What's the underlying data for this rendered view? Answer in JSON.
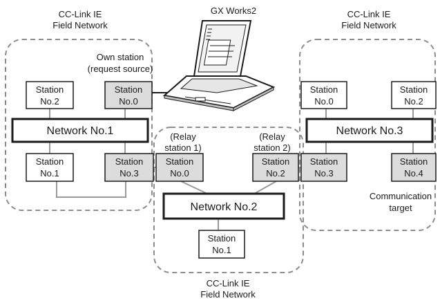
{
  "app_title": "GX Works2",
  "zone_label": {
    "line1": "CC-Link IE",
    "line2": "Field Network"
  },
  "networks": {
    "net1": "Network No.1",
    "net2": "Network No.2",
    "net3": "Network No.3"
  },
  "station_word": "Station",
  "stations": {
    "n1_s2": "No.2",
    "n1_s0": "No.0",
    "n1_s1": "No.1",
    "n1_s3": "No.3",
    "n2_s0": "No.0",
    "n2_s2": "No.2",
    "n2_s1": "No.1",
    "n3_s0": "No.0",
    "n3_s2": "No.2",
    "n3_s3": "No.3",
    "n3_s4": "No.4"
  },
  "annotations": {
    "own_station_1": "Own station",
    "own_station_2": "(request source)",
    "relay1_1": "(Relay",
    "relay1_2": "station 1)",
    "relay2_1": "(Relay",
    "relay2_2": "station 2)",
    "comm_target_1": "Communication",
    "comm_target_2": "target"
  },
  "colors": {
    "highlight_station": "#dcdcdc",
    "zone_border": "#8c8c8c"
  },
  "icons": {
    "computer": "laptop-icon"
  }
}
